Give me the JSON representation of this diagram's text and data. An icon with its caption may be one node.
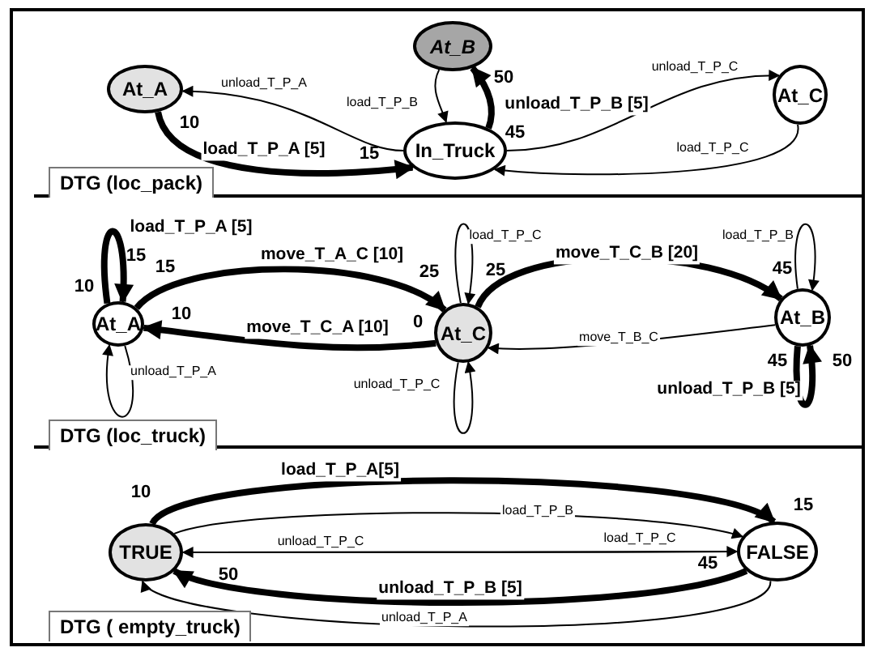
{
  "diagram": {
    "nodes": [
      {
        "text": [
          "At_A"
        ]
      },
      {
        "text": [
          "At_B"
        ]
      },
      {
        "text": [
          "In_Truck"
        ]
      },
      {
        "text": [
          "At_C"
        ]
      },
      {
        "text": [
          "At_A"
        ]
      },
      {
        "text": [
          "At_C"
        ]
      },
      {
        "text": [
          "At_B"
        ]
      },
      {
        "text": [
          "TRUE"
        ]
      },
      {
        "text": [
          "FALSE"
        ]
      }
    ],
    "edges": [
      {
        "from": 2,
        "to": 0,
        "arrow": "to",
        "label": "unload_T_P_A"
      },
      {
        "from": 0,
        "to": 2,
        "arrow": "to",
        "label": "load_T_P_A [5]",
        "style": "thick"
      },
      {
        "from": 1,
        "to": 2,
        "arrow": "to",
        "label": "load_T_P_B"
      },
      {
        "from": 2,
        "to": 1,
        "arrow": "to",
        "label": "unload_T_P_B [5]",
        "style": "thick"
      },
      {
        "from": 2,
        "to": 3,
        "arrow": "to",
        "label": "unload_T_P_C"
      },
      {
        "from": 3,
        "to": 2,
        "arrow": "to",
        "label": "load_T_P_C"
      },
      {
        "from": 4,
        "to": 4,
        "arrow": "to",
        "label": "load_T_P_A [5]",
        "style": "thick"
      },
      {
        "from": 4,
        "to": 5,
        "arrow": "to",
        "label": "move_T_A_C [10]",
        "style": "thick"
      },
      {
        "from": 5,
        "to": 5,
        "arrow": "to",
        "label": "load_T_P_C"
      },
      {
        "from": 5,
        "to": 6,
        "arrow": "to",
        "label": "move_T_C_B [20]",
        "style": "thick"
      },
      {
        "from": 6,
        "to": 6,
        "arrow": "to",
        "label": "load_T_P_B"
      },
      {
        "from": 5,
        "to": 4,
        "arrow": "to",
        "label": "move_T_C_A [10]",
        "style": "thick"
      },
      {
        "from": 6,
        "to": 5,
        "arrow": "to",
        "label": "move_T_B_C"
      },
      {
        "from": 4,
        "to": 4,
        "arrow": "to",
        "label": "unload_T_P_A"
      },
      {
        "from": 5,
        "to": 5,
        "arrow": "to",
        "label": "unload_T_P_C"
      },
      {
        "from": 6,
        "to": 6,
        "arrow": "to",
        "label": "unload_T_P_B [5]",
        "style": "thick"
      },
      {
        "from": 7,
        "to": 8,
        "arrow": "to",
        "label": "load_T_P_A[5]",
        "style": "thick"
      },
      {
        "from": 7,
        "to": 8,
        "arrow": "to",
        "label": "load_T_P_B"
      },
      {
        "from": 8,
        "to": 7,
        "arrow": "to",
        "label": "unload_T_P_C"
      },
      {
        "from": 7,
        "to": 8,
        "arrow": "to",
        "label": "load_T_P_C"
      },
      {
        "from": 8,
        "to": 7,
        "arrow": "to",
        "label": "unload_T_P_B [5]",
        "style": "thick"
      },
      {
        "from": 8,
        "to": 7,
        "arrow": "to",
        "label": "unload_T_P_A"
      }
    ],
    "labels": [
      "10",
      "15",
      "50",
      "45",
      "DTG (loc_pack)",
      "15",
      "10",
      "15",
      "25",
      "25",
      "45",
      "10",
      "0",
      "45",
      "50",
      "DTG (loc_truck)",
      "10",
      "15",
      "50",
      "45",
      "DTG ( empty_truck)"
    ]
  }
}
